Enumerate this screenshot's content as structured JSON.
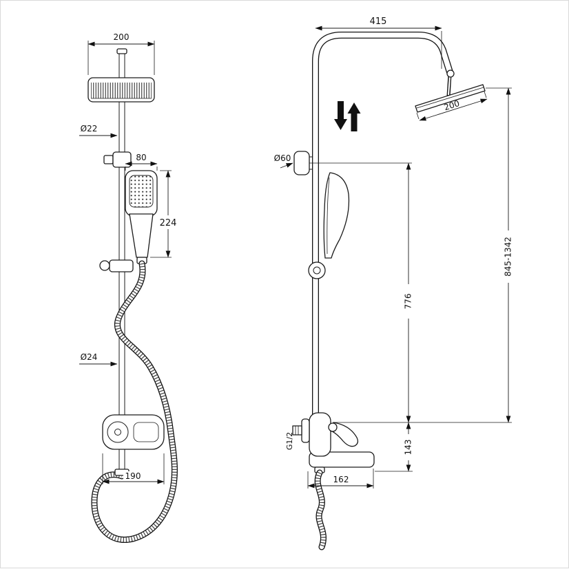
{
  "drawing": {
    "front": {
      "head_width": "200",
      "riser_diameter": "Ø22",
      "handset_width": "80",
      "handset_height": "224",
      "lower_riser_diameter": "Ø24",
      "mixer_width": "190"
    },
    "side": {
      "horizontal_reach": "415",
      "head_length": "200",
      "bracket_diameter": "Ø60",
      "riser_height": "776",
      "overall_height": "845-1342",
      "spout_drop": "143",
      "inlet_thread": "G1/2",
      "spout_reach": "162"
    }
  }
}
